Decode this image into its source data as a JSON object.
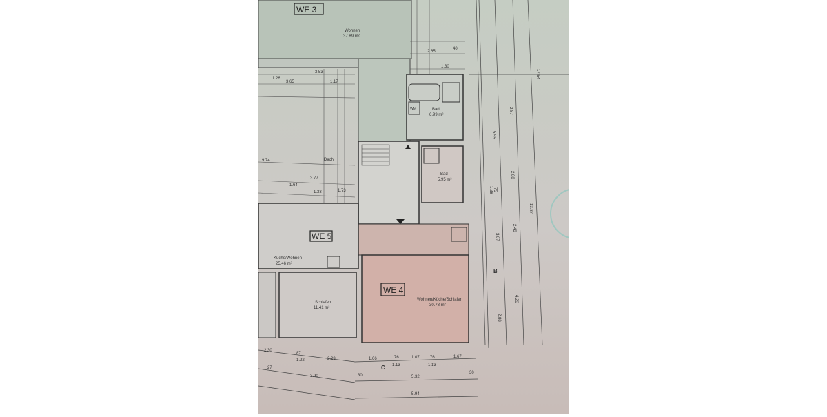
{
  "colors": {
    "paper_top": "#c5cdc3",
    "paper_bottom": "#cbb9b5",
    "we4_fill": "#d2b0a8",
    "line": "#3a3a3a",
    "stamp": "#9fc7c0"
  },
  "units": {
    "we3": "WE 3",
    "we4": "WE 4",
    "we5": "WE 5"
  },
  "rooms": {
    "we3_wohnen": {
      "name": "Wohnen",
      "area": "37.89 m²"
    },
    "bad_top": {
      "name": "Bad",
      "area": "6.99 m²"
    },
    "bad_we4": {
      "name": "Bad",
      "area": "5.95 m²"
    },
    "we4_main": {
      "name": "Wohnen/Küche/Schlafen",
      "area": "30.78 m²"
    },
    "we5_kueche": {
      "name": "Küche/Wohnen",
      "area": "25.46 m²"
    },
    "we5_schlafen": {
      "name": "Schlafen",
      "area": "11.41 m²"
    },
    "dach": "Dach",
    "wm": "WM"
  },
  "dimensions": {
    "top": [
      "3.53",
      "1.26",
      "3.65",
      "1.17",
      "2.65",
      "1.30",
      "40"
    ],
    "left": [
      "9.74",
      "3.77",
      "1.64",
      "1.33",
      "1.73"
    ],
    "bottom_row1": [
      "2.30",
      "87",
      "1.22",
      "2.29",
      "1.66",
      "76",
      "1.13",
      "1.07",
      "76",
      "1.13",
      "1.67"
    ],
    "bottom_row2": [
      "27",
      "3.90",
      "30",
      "5.32",
      "30"
    ],
    "bottom_row3": [
      "5.94"
    ],
    "right": [
      "5.55",
      "2.87",
      "2.88",
      "2.43",
      "4.20",
      "3.87",
      "2.88",
      "1.38",
      "75",
      "13.87",
      "17.54"
    ]
  },
  "section_markers": {
    "b": "B",
    "c": "C"
  }
}
